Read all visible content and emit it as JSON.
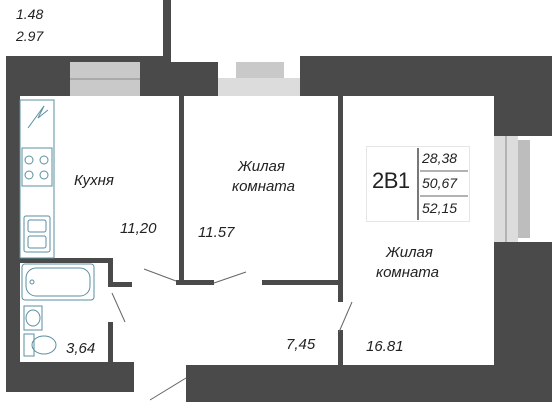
{
  "balcony": {
    "area_a": "1.48",
    "area_b": "2.97"
  },
  "rooms": {
    "kitchen": {
      "label": "Кухня",
      "area": "11,20"
    },
    "living_1": {
      "label_line1": "Жилая",
      "label_line2": "комната",
      "area": "11.57"
    },
    "living_2": {
      "label_line1": "Жилая",
      "label_line2": "комната",
      "area": "16.81"
    },
    "hall": {
      "area": "7,45"
    },
    "bathroom": {
      "area": "3,64"
    }
  },
  "apartment_type": {
    "code": "2B1",
    "living_area": "28,38",
    "total_area": "50,67",
    "total_area_with_balcony": "52,15"
  },
  "colors": {
    "wall": "#4a4a4a",
    "window": "#c9c9c9",
    "fixture": "#5a8fa0",
    "line": "#666666"
  }
}
